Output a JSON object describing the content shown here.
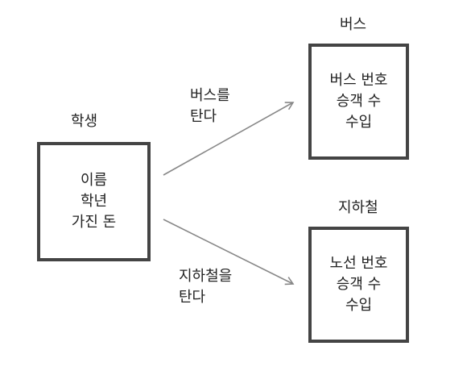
{
  "nodes": {
    "student": {
      "title": "학생",
      "attributes": [
        "이름",
        "학년",
        "가진 돈"
      ]
    },
    "bus": {
      "title": "버스",
      "attributes": [
        "버스 번호",
        "승객 수",
        "수입"
      ]
    },
    "subway": {
      "title": "지하철",
      "attributes": [
        "노선 번호",
        "승객 수",
        "수입"
      ]
    }
  },
  "edges": {
    "to_bus": {
      "label_lines": [
        "버스를",
        "탄다"
      ]
    },
    "to_subway": {
      "label_lines": [
        "지하철을",
        "탄다"
      ]
    }
  },
  "colors": {
    "box_border": "#444444",
    "arrow": "#888888",
    "text": "#222222"
  }
}
